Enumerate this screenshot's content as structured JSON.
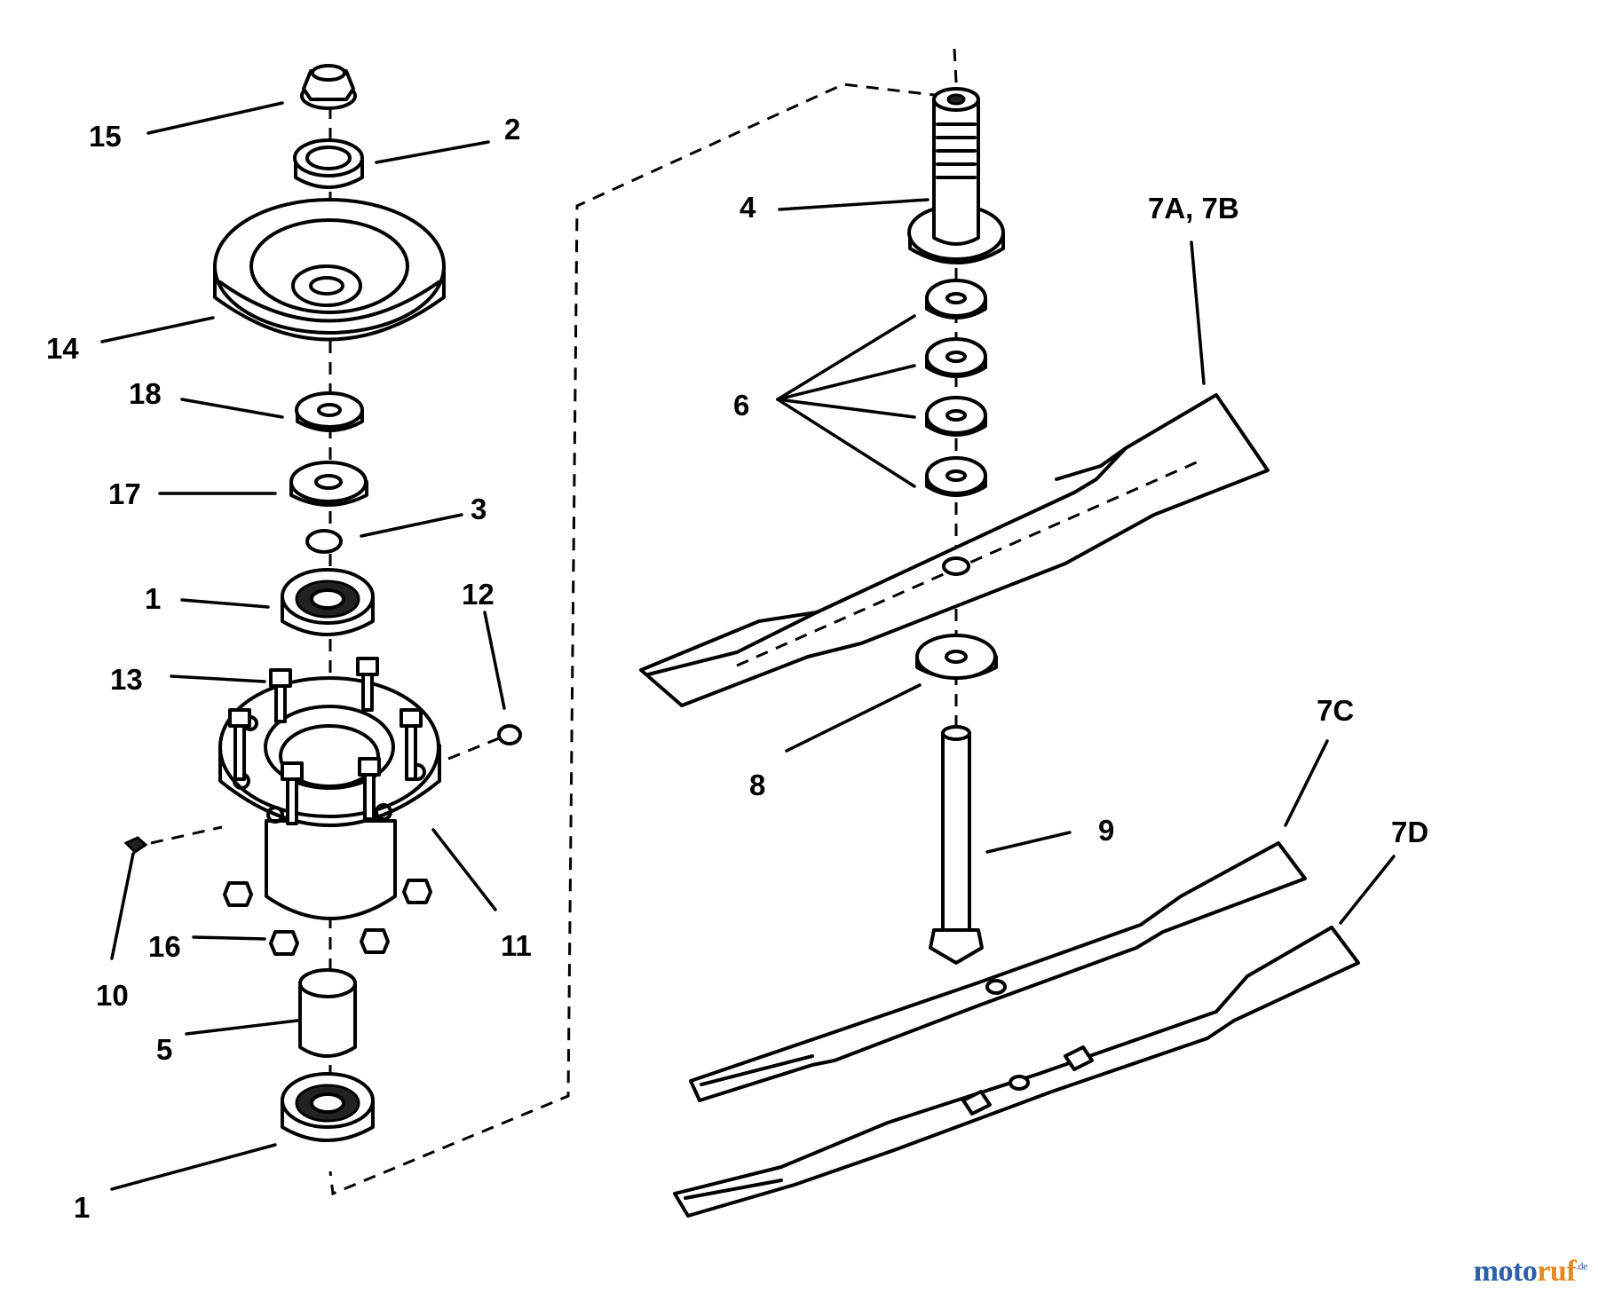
{
  "callouts": {
    "c15": "15",
    "c2": "2",
    "c14": "14",
    "c18": "18",
    "c17": "17",
    "c3": "3",
    "c1_top": "1",
    "c12": "12",
    "c13": "13",
    "c11": "11",
    "c10": "10",
    "c16": "16",
    "c5": "5",
    "c1_bottom": "1",
    "c4": "4",
    "c7ab": "7A, 7B",
    "c6": "6",
    "c8": "8",
    "c9": "9",
    "c7c": "7C",
    "c7d": "7D"
  },
  "watermark": {
    "part1": "moto",
    "part2": "ruf",
    "suffix": ".de"
  }
}
